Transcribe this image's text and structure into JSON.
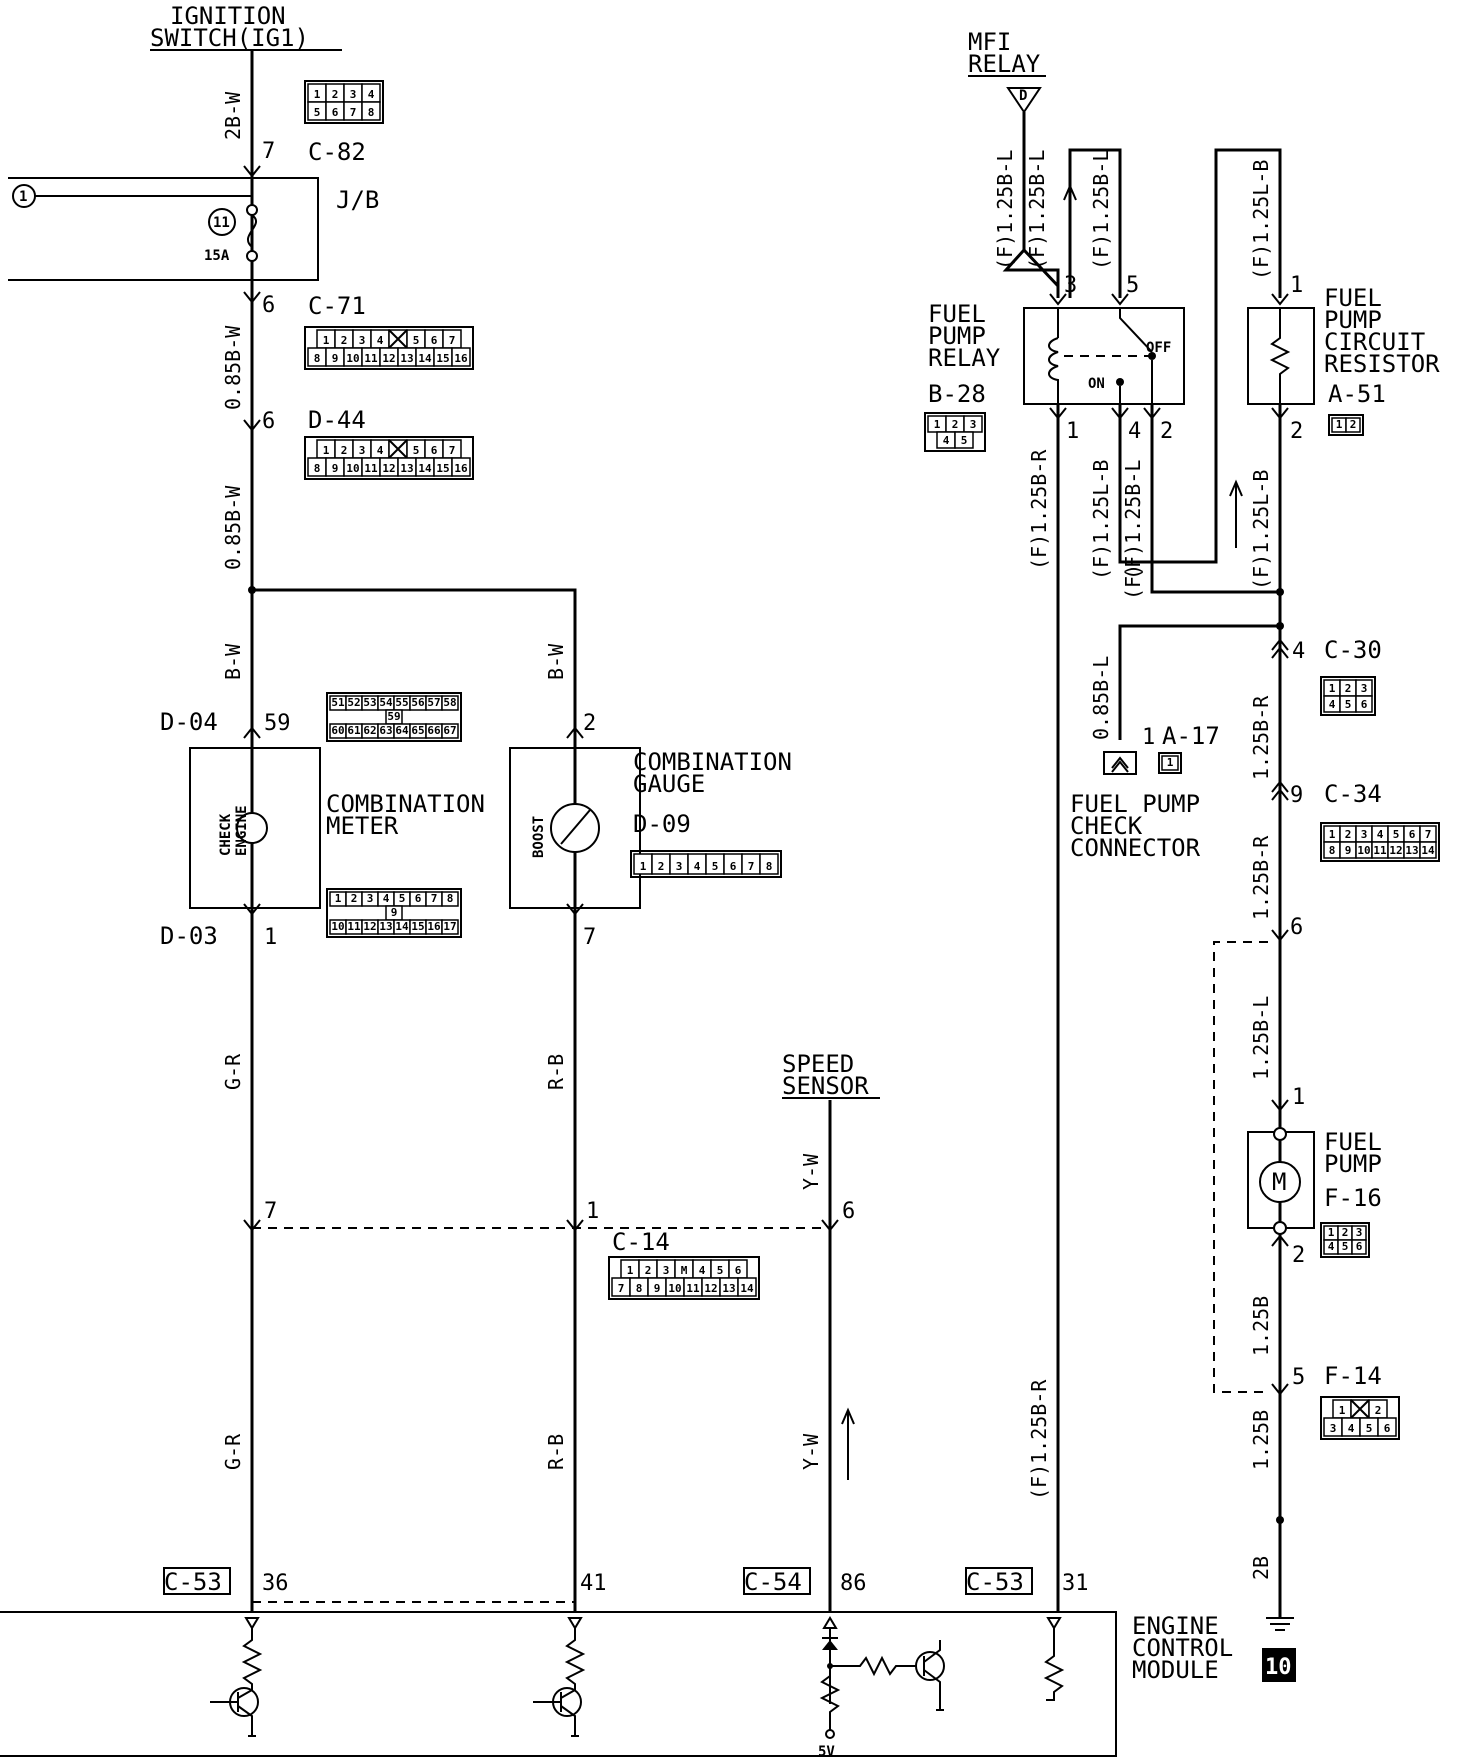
{
  "components": {
    "ignition_switch": [
      "IGNITION",
      "SWITCH(IG1)"
    ],
    "junction_block": "J/B",
    "fuse": {
      "number": "11",
      "rating": "15A"
    },
    "circuit_ref_1": "1",
    "combination_meter": [
      "COMBINATION",
      "METER"
    ],
    "check_engine": [
      "CHECK",
      "ENGINE"
    ],
    "combination_gauge": [
      "COMBINATION",
      "GAUGE"
    ],
    "boost": "BOOST",
    "speed_sensor": [
      "SPEED",
      "SENSOR"
    ],
    "mfi_relay": [
      "MFI",
      "RELAY"
    ],
    "mfi_relay_terminal": "D",
    "fuel_pump_relay": [
      "FUEL",
      "PUMP",
      "RELAY"
    ],
    "relay_off": "OFF",
    "relay_on": "ON",
    "fuel_pump_circuit_resistor": [
      "FUEL",
      "PUMP",
      "CIRCUIT",
      "RESISTOR"
    ],
    "fuel_pump_check_connector": [
      "FUEL PUMP",
      "CHECK",
      "CONNECTOR"
    ],
    "fuel_pump": [
      "FUEL",
      "PUMP"
    ],
    "motor": "M",
    "ecm": [
      "ENGINE",
      "CONTROL",
      "MODULE"
    ],
    "ecm_5v": "5V",
    "page_ref": "10"
  },
  "connectors": {
    "c82": "C-82",
    "c71": "C-71",
    "d44": "D-44",
    "d04": "D-04",
    "d03": "D-03",
    "d09": "D-09",
    "c14": "C-14",
    "c53a": "C-53",
    "c54": "C-54",
    "c53b": "C-53",
    "b28": "B-28",
    "a51": "A-51",
    "c30": "C-30",
    "a17": "A-17",
    "c34": "C-34",
    "f16": "F-16",
    "f14": "F-14"
  },
  "wires": {
    "w_2bw": "2B-W",
    "w_085bw_a": "0.85B-W",
    "w_085bw_b": "0.85B-W",
    "w_bw_a": "B-W",
    "w_bw_b": "B-W",
    "w_gr_a": "G-R",
    "w_gr_b": "G-R",
    "w_rb_a": "R-B",
    "w_rb_b": "R-B",
    "w_yw_a": "Y-W",
    "w_yw_b": "Y-W",
    "w_f125bl_a": "(F)1.25B-L",
    "w_f125bl_b": "(F)1.25B-L",
    "w_f125bl_c": "(F)1.25B-L",
    "w_f125bl_d": "(F)1.25B-L",
    "w_f125lb_a": "(F)1.25L-B",
    "w_f125lb_b": "(F)1.25L-B",
    "w_f125br_a": "(F)1.25B-R",
    "w_f125br_b": "(F)1.25B-R",
    "w_f_mid": "(F)",
    "w_085bl": "0.85B-L",
    "w_125br_a": "1.25B-R",
    "w_125br_b": "1.25B-R",
    "w_125bl": "1.25B-L",
    "w_125b_a": "1.25B",
    "w_125b_b": "1.25B",
    "w_2b": "2B"
  },
  "pins": {
    "p7": "7",
    "p6a": "6",
    "p6b": "6",
    "p59": "59",
    "p1a": "1",
    "p2a": "2",
    "p7b": "7",
    "p7c": "7",
    "p1b": "1",
    "p6c": "6",
    "p36": "36",
    "p41": "41",
    "p86": "86",
    "p31": "31",
    "p3": "3",
    "p5": "5",
    "p1r": "1",
    "p4r": "4",
    "p2r": "2",
    "p1res": "1",
    "p2res": "2",
    "p4c30": "4",
    "p1a17": "1",
    "p9": "9",
    "p6f": "6",
    "p1f": "1",
    "p2f": "2",
    "p5f": "5"
  },
  "connector_cells": {
    "c82": [
      [
        "1",
        "2",
        "3",
        "4"
      ],
      [
        "5",
        "6",
        "7",
        "8"
      ]
    ],
    "c71": [
      [
        "1",
        "2",
        "3",
        "4",
        "X",
        "5",
        "6",
        "7"
      ],
      [
        "8",
        "9",
        "10",
        "11",
        "12",
        "13",
        "14",
        "15",
        "16"
      ]
    ],
    "d44": [
      [
        "1",
        "2",
        "3",
        "4",
        "X",
        "5",
        "6",
        "7"
      ],
      [
        "8",
        "9",
        "10",
        "11",
        "12",
        "13",
        "14",
        "15",
        "16"
      ]
    ],
    "d04": [
      [
        "51",
        "52",
        "53",
        "54",
        "55",
        "56",
        "57",
        "58"
      ],
      [
        "59"
      ],
      [
        "60",
        "61",
        "62",
        "63",
        "64",
        "65",
        "66",
        "67"
      ]
    ],
    "d03": [
      [
        "1",
        "2",
        "3",
        "4",
        "5",
        "6",
        "7",
        "8"
      ],
      [
        "9"
      ],
      [
        "10",
        "11",
        "12",
        "13",
        "14",
        "15",
        "16",
        "17"
      ]
    ],
    "d09": [
      [
        "1",
        "2",
        "3",
        "4",
        "5",
        "6",
        "7",
        "8"
      ]
    ],
    "c14": [
      [
        "1",
        "2",
        "3",
        "M",
        "4",
        "5",
        "6"
      ],
      [
        "7",
        "8",
        "9",
        "10",
        "11",
        "12",
        "13",
        "14"
      ]
    ],
    "b28": [
      [
        "1",
        "2",
        "3"
      ],
      [
        "4",
        "5"
      ]
    ],
    "a51": [
      [
        "1",
        "2"
      ]
    ],
    "c30": [
      [
        "1",
        "2",
        "3"
      ],
      [
        "4",
        "5",
        "6"
      ]
    ],
    "a17": [
      [
        "1"
      ]
    ],
    "c34": [
      [
        "1",
        "2",
        "3",
        "4",
        "5",
        "6",
        "7"
      ],
      [
        "8",
        "9",
        "10",
        "11",
        "12",
        "13",
        "14"
      ]
    ],
    "f16": [
      [
        "1",
        "2",
        "3"
      ],
      [
        "4",
        "5",
        "6"
      ]
    ],
    "f14": [
      [
        "1",
        "X",
        "2"
      ],
      [
        "3",
        "4",
        "5",
        "6"
      ]
    ]
  }
}
